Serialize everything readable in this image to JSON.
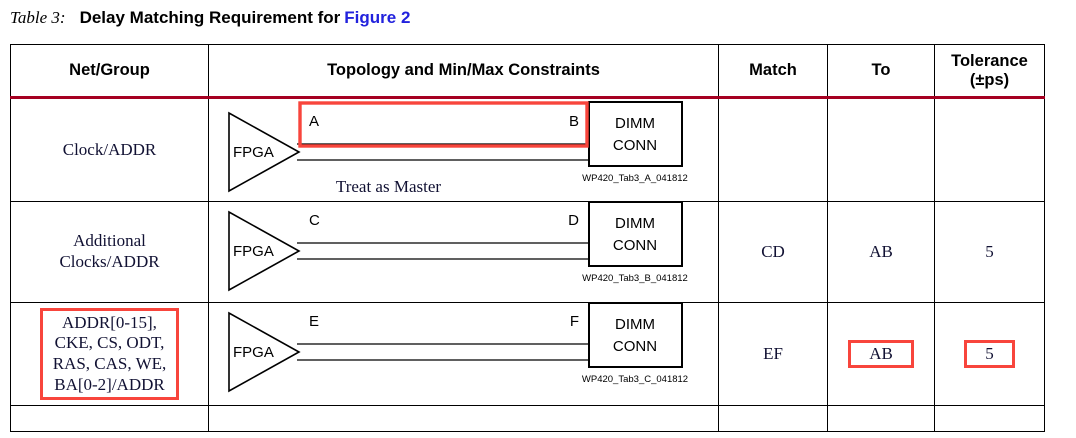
{
  "caption": {
    "label": "Table 3:",
    "title": "Delay Matching Requirement for",
    "link": "Figure 2"
  },
  "table": {
    "headers": {
      "net_group": "Net/Group",
      "topology": "Topology and Min/Max Constraints",
      "match": "Match",
      "to": "To",
      "tolerance_main": "Tolerance",
      "tolerance_sub": "(±ps)"
    },
    "accent_rule_color": "#a50021",
    "highlight_color": "#f8453c",
    "rows": [
      {
        "net_group": "Clock/ADDR",
        "net_group_highlighted": false,
        "diagram": {
          "source_label": "FPGA",
          "dest_label_line1": "DIMM",
          "dest_label_line2": "CONN",
          "node_left": "A",
          "node_right": "B",
          "figure_id": "WP420_Tab3_A_041812",
          "note": "Treat as Master",
          "trace_highlighted": true
        },
        "match": "",
        "to": "",
        "tolerance": "",
        "match_highlighted": false,
        "to_highlighted": false,
        "tolerance_highlighted": false
      },
      {
        "net_group": "Additional\nClocks/ADDR",
        "net_group_highlighted": false,
        "diagram": {
          "source_label": "FPGA",
          "dest_label_line1": "DIMM",
          "dest_label_line2": "CONN",
          "node_left": "C",
          "node_right": "D",
          "figure_id": "WP420_Tab3_B_041812",
          "note": "",
          "trace_highlighted": false
        },
        "match": "CD",
        "to": "AB",
        "tolerance": "5",
        "match_highlighted": false,
        "to_highlighted": false,
        "tolerance_highlighted": false
      },
      {
        "net_group": "ADDR[0-15],\nCKE, CS, ODT,\nRAS, CAS, WE,\nBA[0-2]/ADDR",
        "net_group_highlighted": true,
        "diagram": {
          "source_label": "FPGA",
          "dest_label_line1": "DIMM",
          "dest_label_line2": "CONN",
          "node_left": "E",
          "node_right": "F",
          "figure_id": "WP420_Tab3_C_041812",
          "note": "",
          "trace_highlighted": false
        },
        "match": "EF",
        "to": "AB",
        "tolerance": "5",
        "match_highlighted": false,
        "to_highlighted": true,
        "tolerance_highlighted": true
      }
    ]
  }
}
